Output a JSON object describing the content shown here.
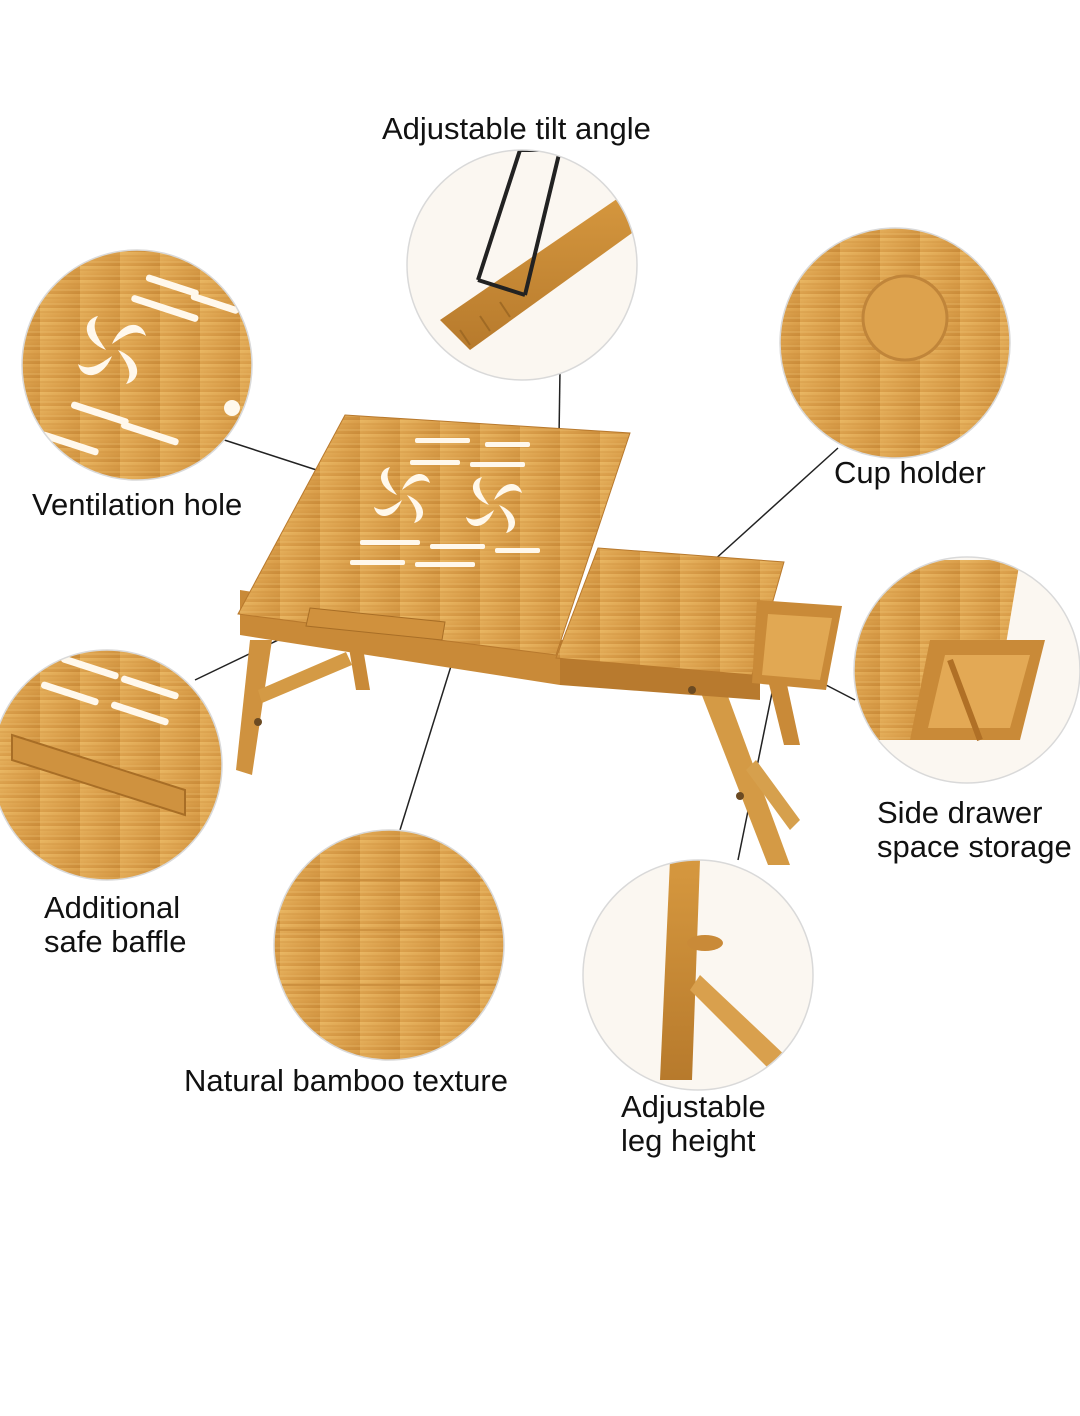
{
  "callouts": {
    "tilt": {
      "label": "Adjustable tilt angle",
      "icon": "tilt-stand-detail"
    },
    "ventilation": {
      "label": "Ventilation hole",
      "icon": "fan-vent-detail"
    },
    "cup": {
      "label": "Cup holder",
      "icon": "cup-holder-detail"
    },
    "drawer": {
      "line1": "Side drawer",
      "line2": "space storage",
      "icon": "drawer-detail"
    },
    "baffle": {
      "line1": "Additional",
      "line2": "safe baffle",
      "icon": "baffle-detail"
    },
    "texture": {
      "label": "Natural bamboo texture",
      "icon": "bamboo-texture-detail"
    },
    "leg": {
      "line1": "Adjustable",
      "line2": "leg height",
      "icon": "leg-detail"
    }
  },
  "colors": {
    "bamboo_light": "#e8b25e",
    "bamboo_mid": "#d49a45",
    "bamboo_dark": "#b87a2e",
    "grain": "#c88a3a",
    "leader_line": "#222222",
    "circle_border": "#d9d9d9"
  }
}
